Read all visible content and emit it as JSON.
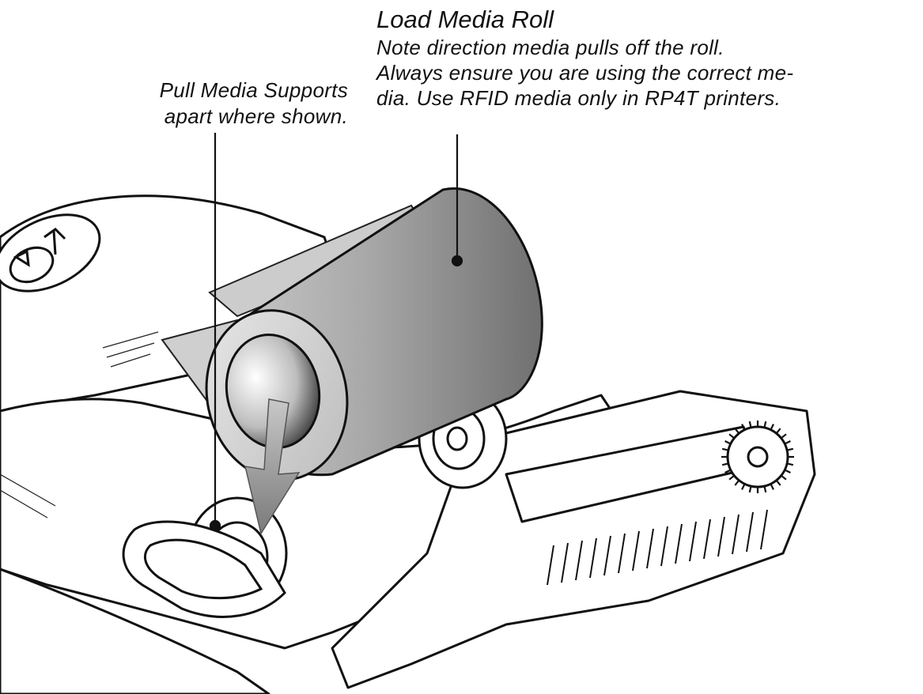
{
  "callouts": {
    "media_roll": {
      "title": "Load Media Roll",
      "lines": [
        "Note direction media pulls off the roll.",
        "Always ensure you are using the correct me-",
        "dia. Use RFID media only in RP4T printers."
      ]
    },
    "media_supports": {
      "lines": [
        "Pull Media Supports",
        "apart where shown."
      ]
    }
  },
  "colors": {
    "ink": "#111111",
    "roll_light": "#d9d9d9",
    "roll_dark": "#8a8a8a",
    "arrow": "#9a9a9a",
    "paper": "#ffffff"
  }
}
